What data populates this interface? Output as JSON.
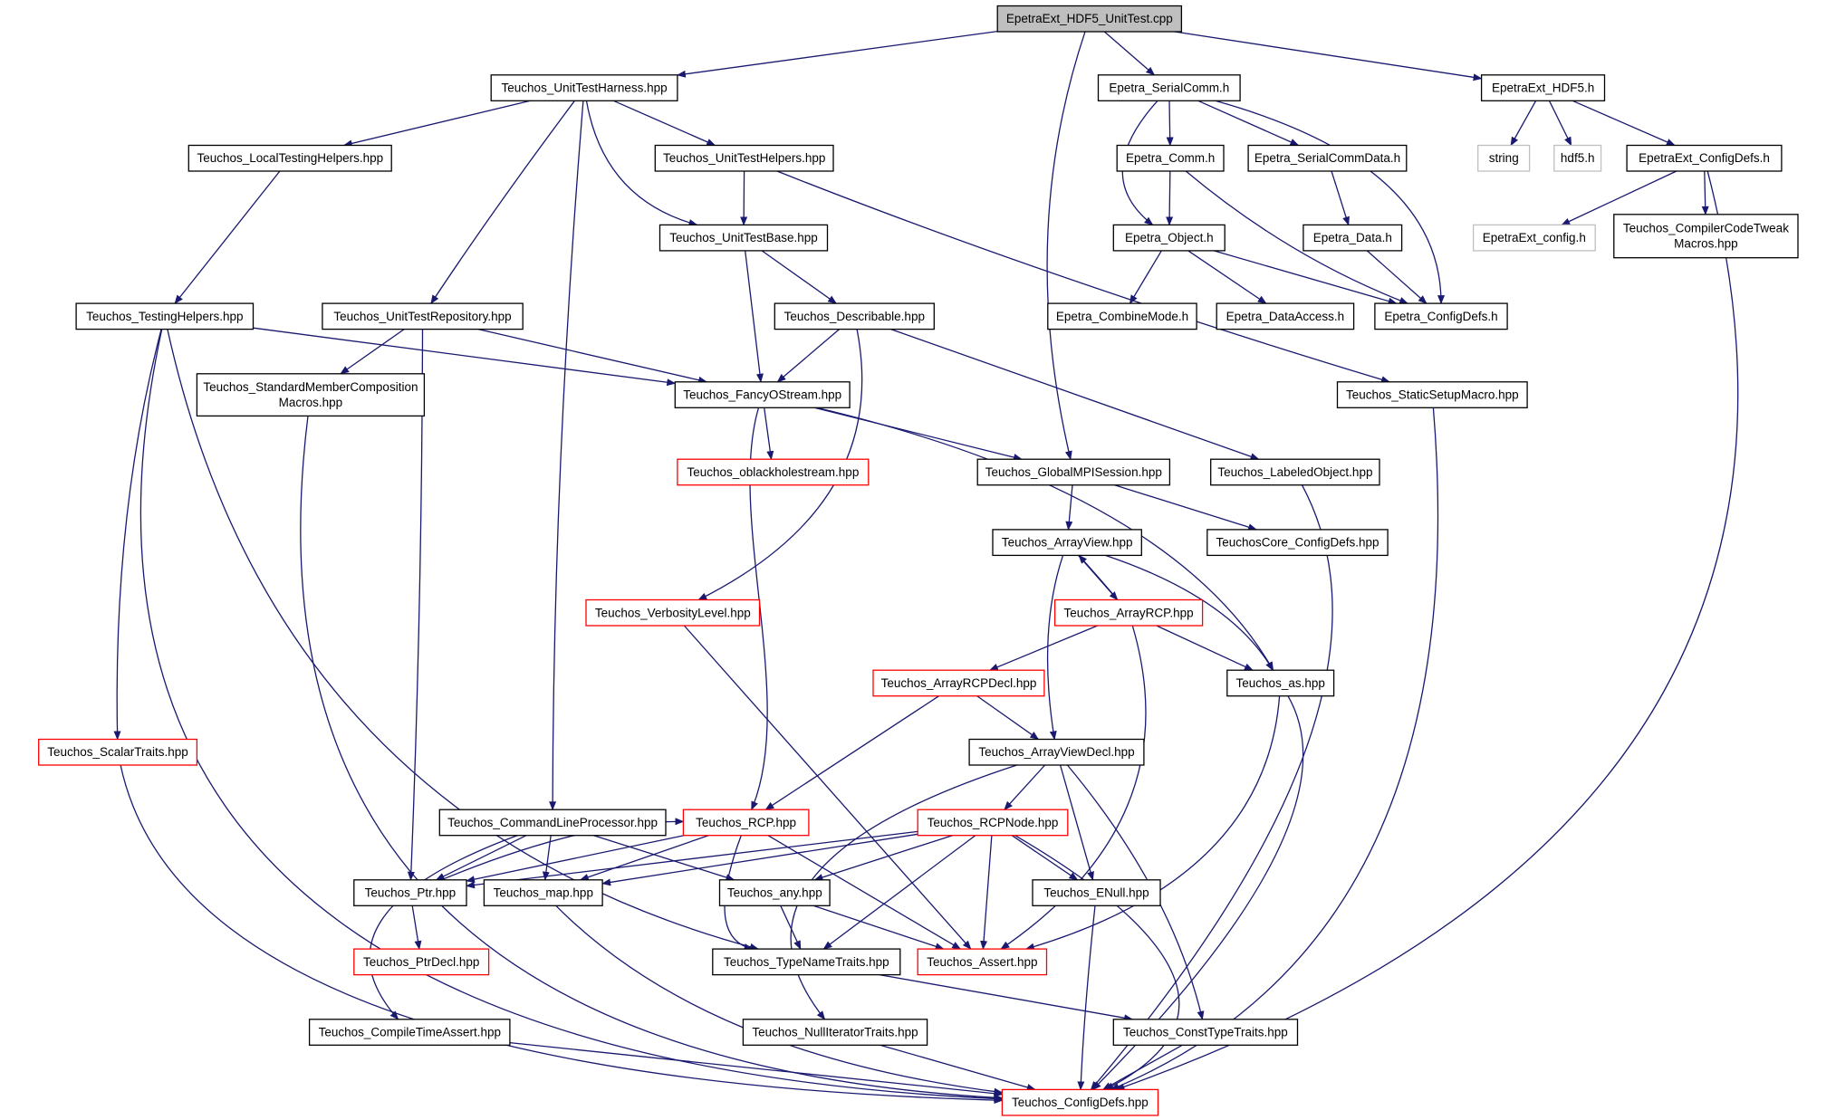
{
  "diagram": {
    "type": "include-dependency-graph",
    "colors": {
      "background": "#ffffff",
      "edge": "#191970",
      "node_border_normal": "#000000",
      "node_border_truncated": "#ff0000",
      "node_border_external": "#bfbfbf",
      "root_fill": "#bfbfbf",
      "node_fill": "#ffffff"
    },
    "nodes": [
      {
        "id": "root",
        "lines": [
          "EpetraExt_HDF5_UnitTest.cpp"
        ],
        "style": "root"
      },
      {
        "id": "utharness",
        "lines": [
          "Teuchos_UnitTestHarness.hpp"
        ],
        "style": "normal"
      },
      {
        "id": "serialcomm",
        "lines": [
          "Epetra_SerialComm.h"
        ],
        "style": "normal"
      },
      {
        "id": "hdf5h",
        "lines": [
          "EpetraExt_HDF5.h"
        ],
        "style": "normal"
      },
      {
        "id": "localtesting",
        "lines": [
          "Teuchos_LocalTestingHelpers.hpp"
        ],
        "style": "normal"
      },
      {
        "id": "uthelpers",
        "lines": [
          "Teuchos_UnitTestHelpers.hpp"
        ],
        "style": "normal"
      },
      {
        "id": "epcomm",
        "lines": [
          "Epetra_Comm.h"
        ],
        "style": "normal"
      },
      {
        "id": "serialcommdata",
        "lines": [
          "Epetra_SerialCommData.h"
        ],
        "style": "normal"
      },
      {
        "id": "string",
        "lines": [
          "string"
        ],
        "style": "external"
      },
      {
        "id": "hdf5",
        "lines": [
          "hdf5.h"
        ],
        "style": "external"
      },
      {
        "id": "configdefs_ext",
        "lines": [
          "EpetraExt_ConfigDefs.h"
        ],
        "style": "normal"
      },
      {
        "id": "utbase",
        "lines": [
          "Teuchos_UnitTestBase.hpp"
        ],
        "style": "normal"
      },
      {
        "id": "epobject",
        "lines": [
          "Epetra_Object.h"
        ],
        "style": "normal"
      },
      {
        "id": "epdata",
        "lines": [
          "Epetra_Data.h"
        ],
        "style": "normal"
      },
      {
        "id": "extconfig",
        "lines": [
          "EpetraExt_config.h"
        ],
        "style": "external"
      },
      {
        "id": "compilertweak",
        "lines": [
          "Teuchos_CompilerCodeTweak",
          "Macros.hpp"
        ],
        "style": "normal"
      },
      {
        "id": "testinghelpers",
        "lines": [
          "Teuchos_TestingHelpers.hpp"
        ],
        "style": "normal"
      },
      {
        "id": "utrepo",
        "lines": [
          "Teuchos_UnitTestRepository.hpp"
        ],
        "style": "normal"
      },
      {
        "id": "describable",
        "lines": [
          "Teuchos_Describable.hpp"
        ],
        "style": "normal"
      },
      {
        "id": "combinemode",
        "lines": [
          "Epetra_CombineMode.h"
        ],
        "style": "normal"
      },
      {
        "id": "dataaccess",
        "lines": [
          "Epetra_DataAccess.h"
        ],
        "style": "normal"
      },
      {
        "id": "epconfigdefs",
        "lines": [
          "Epetra_ConfigDefs.h"
        ],
        "style": "normal"
      },
      {
        "id": "stdmember",
        "lines": [
          "Teuchos_StandardMemberComposition",
          "Macros.hpp"
        ],
        "style": "normal"
      },
      {
        "id": "fancyostream",
        "lines": [
          "Teuchos_FancyOStream.hpp"
        ],
        "style": "normal"
      },
      {
        "id": "staticsetup",
        "lines": [
          "Teuchos_StaticSetupMacro.hpp"
        ],
        "style": "normal"
      },
      {
        "id": "oblackhole",
        "lines": [
          "Teuchos_oblackholestream.hpp"
        ],
        "style": "truncated"
      },
      {
        "id": "globalmpi",
        "lines": [
          "Teuchos_GlobalMPISession.hpp"
        ],
        "style": "normal"
      },
      {
        "id": "labeledobject",
        "lines": [
          "Teuchos_LabeledObject.hpp"
        ],
        "style": "normal"
      },
      {
        "id": "arrayview",
        "lines": [
          "Teuchos_ArrayView.hpp"
        ],
        "style": "normal"
      },
      {
        "id": "coreconfig",
        "lines": [
          "TeuchosCore_ConfigDefs.hpp"
        ],
        "style": "normal"
      },
      {
        "id": "verbosity",
        "lines": [
          "Teuchos_VerbosityLevel.hpp"
        ],
        "style": "truncated"
      },
      {
        "id": "arrayrcp",
        "lines": [
          "Teuchos_ArrayRCP.hpp"
        ],
        "style": "truncated"
      },
      {
        "id": "arrayrcpdecl",
        "lines": [
          "Teuchos_ArrayRCPDecl.hpp"
        ],
        "style": "truncated"
      },
      {
        "id": "as",
        "lines": [
          "Teuchos_as.hpp"
        ],
        "style": "normal"
      },
      {
        "id": "scalartraits",
        "lines": [
          "Teuchos_ScalarTraits.hpp"
        ],
        "style": "truncated"
      },
      {
        "id": "arrayviewdecl",
        "lines": [
          "Teuchos_ArrayViewDecl.hpp"
        ],
        "style": "normal"
      },
      {
        "id": "cmdline",
        "lines": [
          "Teuchos_CommandLineProcessor.hpp"
        ],
        "style": "normal"
      },
      {
        "id": "rcp",
        "lines": [
          "Teuchos_RCP.hpp"
        ],
        "style": "truncated"
      },
      {
        "id": "rcpnode",
        "lines": [
          "Teuchos_RCPNode.hpp"
        ],
        "style": "truncated"
      },
      {
        "id": "ptr",
        "lines": [
          "Teuchos_Ptr.hpp"
        ],
        "style": "normal"
      },
      {
        "id": "map",
        "lines": [
          "Teuchos_map.hpp"
        ],
        "style": "normal"
      },
      {
        "id": "any",
        "lines": [
          "Teuchos_any.hpp"
        ],
        "style": "normal"
      },
      {
        "id": "enull",
        "lines": [
          "Teuchos_ENull.hpp"
        ],
        "style": "normal"
      },
      {
        "id": "ptrdecl",
        "lines": [
          "Teuchos_PtrDecl.hpp"
        ],
        "style": "truncated"
      },
      {
        "id": "typenametraits",
        "lines": [
          "Teuchos_TypeNameTraits.hpp"
        ],
        "style": "normal"
      },
      {
        "id": "assert",
        "lines": [
          "Teuchos_Assert.hpp"
        ],
        "style": "truncated"
      },
      {
        "id": "compiletimeassert",
        "lines": [
          "Teuchos_CompileTimeAssert.hpp"
        ],
        "style": "normal"
      },
      {
        "id": "nulliter",
        "lines": [
          "Teuchos_NullIteratorTraits.hpp"
        ],
        "style": "normal"
      },
      {
        "id": "consttypetraits",
        "lines": [
          "Teuchos_ConstTypeTraits.hpp"
        ],
        "style": "normal"
      },
      {
        "id": "configdefs",
        "lines": [
          "Teuchos_ConfigDefs.hpp"
        ],
        "style": "truncated"
      }
    ],
    "edges": [
      [
        "root",
        "utharness"
      ],
      [
        "root",
        "serialcomm"
      ],
      [
        "root",
        "hdf5h"
      ],
      [
        "root",
        "globalmpi"
      ],
      [
        "utharness",
        "localtesting"
      ],
      [
        "utharness",
        "uthelpers"
      ],
      [
        "utharness",
        "utbase"
      ],
      [
        "utharness",
        "utrepo"
      ],
      [
        "utharness",
        "cmdline"
      ],
      [
        "localtesting",
        "testinghelpers"
      ],
      [
        "uthelpers",
        "utbase"
      ],
      [
        "uthelpers",
        "staticsetup"
      ],
      [
        "utbase",
        "describable"
      ],
      [
        "utbase",
        "fancyostream"
      ],
      [
        "serialcomm",
        "epcomm"
      ],
      [
        "serialcomm",
        "serialcommdata"
      ],
      [
        "serialcomm",
        "epobject"
      ],
      [
        "serialcomm",
        "epconfigdefs"
      ],
      [
        "epcomm",
        "epobject"
      ],
      [
        "epcomm",
        "epconfigdefs"
      ],
      [
        "serialcommdata",
        "epdata"
      ],
      [
        "epdata",
        "epconfigdefs"
      ],
      [
        "epobject",
        "combinemode"
      ],
      [
        "epobject",
        "dataaccess"
      ],
      [
        "epobject",
        "epconfigdefs"
      ],
      [
        "hdf5h",
        "string"
      ],
      [
        "hdf5h",
        "hdf5"
      ],
      [
        "hdf5h",
        "configdefs_ext"
      ],
      [
        "configdefs_ext",
        "extconfig"
      ],
      [
        "configdefs_ext",
        "compilertweak"
      ],
      [
        "configdefs_ext",
        "configdefs"
      ],
      [
        "testinghelpers",
        "fancyostream"
      ],
      [
        "testinghelpers",
        "scalartraits"
      ],
      [
        "testinghelpers",
        "typenametraits"
      ],
      [
        "testinghelpers",
        "configdefs"
      ],
      [
        "utrepo",
        "stdmember"
      ],
      [
        "utrepo",
        "fancyostream"
      ],
      [
        "utrepo",
        "ptr"
      ],
      [
        "stdmember",
        "configdefs"
      ],
      [
        "describable",
        "fancyostream"
      ],
      [
        "describable",
        "labeledobject"
      ],
      [
        "describable",
        "verbosity"
      ],
      [
        "fancyostream",
        "oblackhole"
      ],
      [
        "fancyostream",
        "globalmpi"
      ],
      [
        "fancyostream",
        "as"
      ],
      [
        "fancyostream",
        "rcp"
      ],
      [
        "staticsetup",
        "configdefs"
      ],
      [
        "globalmpi",
        "arrayview"
      ],
      [
        "globalmpi",
        "coreconfig"
      ],
      [
        "labeledobject",
        "configdefs"
      ],
      [
        "arrayview",
        "arrayrcp"
      ],
      [
        "arrayview",
        "arrayviewdecl"
      ],
      [
        "arrayview",
        "as"
      ],
      [
        "arrayrcp",
        "arrayview"
      ],
      [
        "arrayrcp",
        "arrayrcpdecl"
      ],
      [
        "arrayrcp",
        "as"
      ],
      [
        "arrayrcp",
        "assert"
      ],
      [
        "arrayrcpdecl",
        "arrayviewdecl"
      ],
      [
        "arrayrcpdecl",
        "rcp"
      ],
      [
        "as",
        "assert"
      ],
      [
        "as",
        "configdefs"
      ],
      [
        "verbosity",
        "assert"
      ],
      [
        "scalartraits",
        "configdefs"
      ],
      [
        "arrayviewdecl",
        "rcpnode"
      ],
      [
        "arrayviewdecl",
        "enull"
      ],
      [
        "arrayviewdecl",
        "consttypetraits"
      ],
      [
        "arrayviewdecl",
        "nulliter"
      ],
      [
        "cmdline",
        "ptr"
      ],
      [
        "cmdline",
        "map"
      ],
      [
        "cmdline",
        "any"
      ],
      [
        "cmdline",
        "compiletimeassert"
      ],
      [
        "rcp",
        "ptr"
      ],
      [
        "rcp",
        "map"
      ],
      [
        "rcp",
        "typenametraits"
      ],
      [
        "rcp",
        "assert"
      ],
      [
        "rcpnode",
        "ptr"
      ],
      [
        "rcpnode",
        "map"
      ],
      [
        "rcpnode",
        "any"
      ],
      [
        "rcpnode",
        "typenametraits"
      ],
      [
        "rcpnode",
        "assert"
      ],
      [
        "rcpnode",
        "enull"
      ],
      [
        "rcpnode",
        "configdefs"
      ],
      [
        "ptr",
        "rcp"
      ],
      [
        "ptr",
        "ptrdecl"
      ],
      [
        "map",
        "configdefs"
      ],
      [
        "any",
        "typenametraits"
      ],
      [
        "any",
        "assert"
      ],
      [
        "enull",
        "configdefs"
      ],
      [
        "typenametraits",
        "consttypetraits"
      ],
      [
        "compiletimeassert",
        "configdefs"
      ],
      [
        "nulliter",
        "configdefs"
      ],
      [
        "consttypetraits",
        "configdefs"
      ]
    ]
  }
}
